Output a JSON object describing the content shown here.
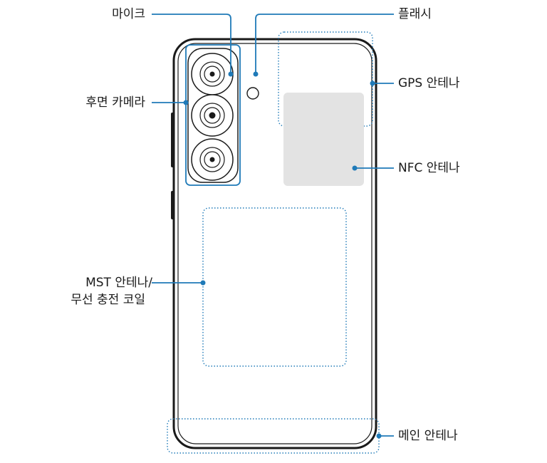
{
  "colors": {
    "callout": "#1f7ab8",
    "body_outline": "#1a1a1a",
    "nfc_area": "#e3e3e3"
  },
  "labels": {
    "mic": "마이크",
    "rear_camera": "후면 카메라",
    "mst_line1": "MST 안테나/",
    "mst_line2": "무선 충전 코일",
    "flash": "플래시",
    "gps": "GPS 안테나",
    "nfc": "NFC 안테나",
    "main_antenna": "메인 안테나"
  }
}
